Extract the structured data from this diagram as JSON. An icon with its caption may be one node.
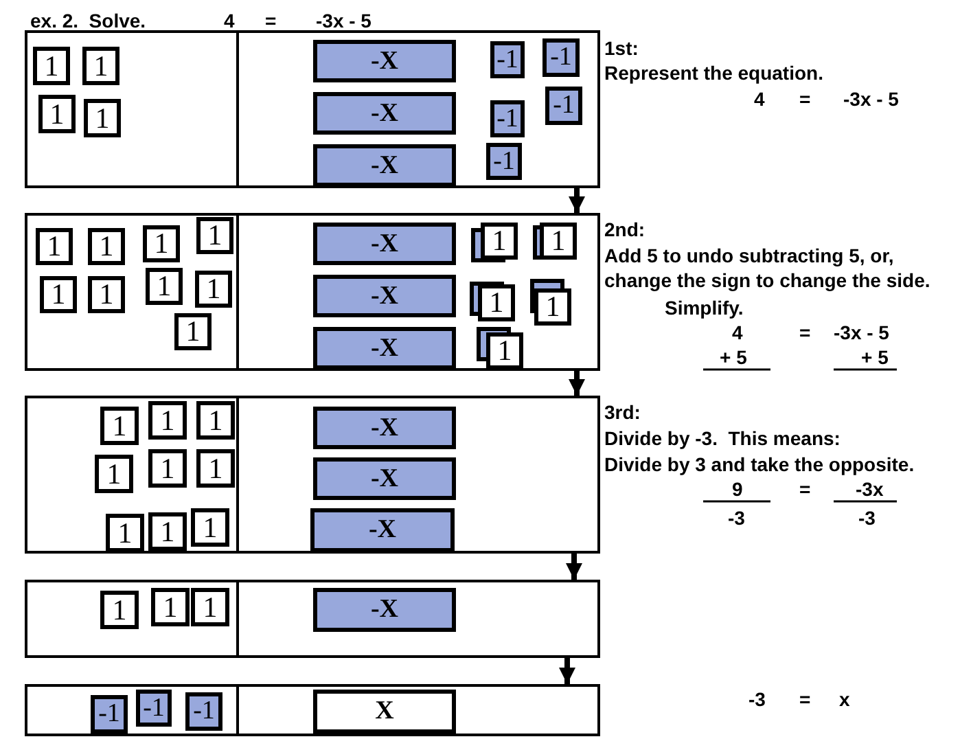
{
  "diagram": {
    "title": "ex. 2.  Solve.",
    "nodes": [
      {
        "text": [],
        "shape": "box"
      },
      {
        "text": [
          "1"
        ],
        "in": 0
      },
      {
        "text": [
          "1"
        ],
        "in": 0
      },
      {
        "text": [
          "1"
        ],
        "in": 0
      },
      {
        "text": [
          "1"
        ],
        "in": 0
      },
      {
        "text": [
          "-X"
        ],
        "in": 0
      },
      {
        "text": [
          "-X"
        ],
        "in": 0
      },
      {
        "text": [
          "-X"
        ],
        "in": 0
      },
      {
        "text": [
          "-1"
        ],
        "in": 0
      },
      {
        "text": [
          "-1"
        ],
        "in": 0
      },
      {
        "text": [
          "-1"
        ],
        "in": 0
      },
      {
        "text": [
          "-1"
        ],
        "in": 0
      },
      {
        "text": [
          "-1"
        ],
        "in": 0
      },
      {
        "text": [],
        "shape": "box"
      },
      {
        "text": [
          "1"
        ],
        "in": 13
      },
      {
        "text": [
          "1"
        ],
        "in": 13
      },
      {
        "text": [
          "1"
        ],
        "in": 13
      },
      {
        "text": [
          "1"
        ],
        "in": 13
      },
      {
        "text": [
          "1"
        ],
        "in": 13
      },
      {
        "text": [
          "1"
        ],
        "in": 13
      },
      {
        "text": [
          "1"
        ],
        "in": 13
      },
      {
        "text": [
          "1"
        ],
        "in": 13
      },
      {
        "text": [
          "1"
        ],
        "in": 13
      },
      {
        "text": [
          "-X"
        ],
        "in": 13
      },
      {
        "text": [
          "-X"
        ],
        "in": 13
      },
      {
        "text": [
          "-X"
        ],
        "in": 13
      },
      {
        "text": [
          "1"
        ],
        "in": 13
      },
      {
        "text": [
          "1"
        ],
        "in": 13
      },
      {
        "text": [
          "1"
        ],
        "in": 13
      },
      {
        "text": [
          "1"
        ],
        "in": 13
      },
      {
        "text": [
          "1"
        ],
        "in": 13
      },
      {
        "text": [],
        "shape": "box"
      },
      {
        "text": [
          "1"
        ],
        "in": 31
      },
      {
        "text": [
          "1"
        ],
        "in": 31
      },
      {
        "text": [
          "1"
        ],
        "in": 31
      },
      {
        "text": [
          "1"
        ],
        "in": 31
      },
      {
        "text": [
          "1"
        ],
        "in": 31
      },
      {
        "text": [
          "1"
        ],
        "in": 31
      },
      {
        "text": [
          "1"
        ],
        "in": 31
      },
      {
        "text": [
          "1"
        ],
        "in": 31
      },
      {
        "text": [
          "1"
        ],
        "in": 31
      },
      {
        "text": [
          "-X"
        ],
        "in": 31
      },
      {
        "text": [
          "-X"
        ],
        "in": 31
      },
      {
        "text": [
          "-X"
        ],
        "in": 31
      },
      {
        "text": [],
        "shape": "box"
      },
      {
        "text": [
          "1"
        ],
        "in": 44
      },
      {
        "text": [
          "1"
        ],
        "in": 44
      },
      {
        "text": [
          "1"
        ],
        "in": 44
      },
      {
        "text": [
          "-X"
        ],
        "in": 44
      },
      {
        "text": [],
        "shape": "box"
      },
      {
        "text": [
          "-1"
        ],
        "in": 49
      },
      {
        "text": [
          "-1"
        ],
        "in": 49
      },
      {
        "text": [
          "-1"
        ],
        "in": 49
      },
      {
        "text": [
          "X"
        ],
        "in": 49
      }
    ],
    "edges": [
      {
        "from": 0,
        "to": 13,
        "arrow": "to"
      },
      {
        "from": 13,
        "to": 31,
        "arrow": "to"
      },
      {
        "from": 31,
        "to": 44,
        "arrow": "to"
      },
      {
        "from": 44,
        "to": 49,
        "arrow": "to"
      }
    ],
    "labels": [
      "4",
      "=",
      "-3x - 5",
      "1st:",
      "Represent the equation.",
      "4",
      "=",
      "-3x - 5",
      "2nd:",
      "Add 5 to undo subtracting 5, or, change the sign to change the side.",
      "Simplify.",
      "4",
      "=",
      "-3x - 5",
      "+ 5",
      "+ 5",
      "3rd:",
      "Divide by -3.  This means:",
      "Divide by 3 and take the opposite.",
      "9",
      "=",
      "-3x",
      "-3",
      "-3",
      "-3",
      "=",
      "x"
    ]
  }
}
